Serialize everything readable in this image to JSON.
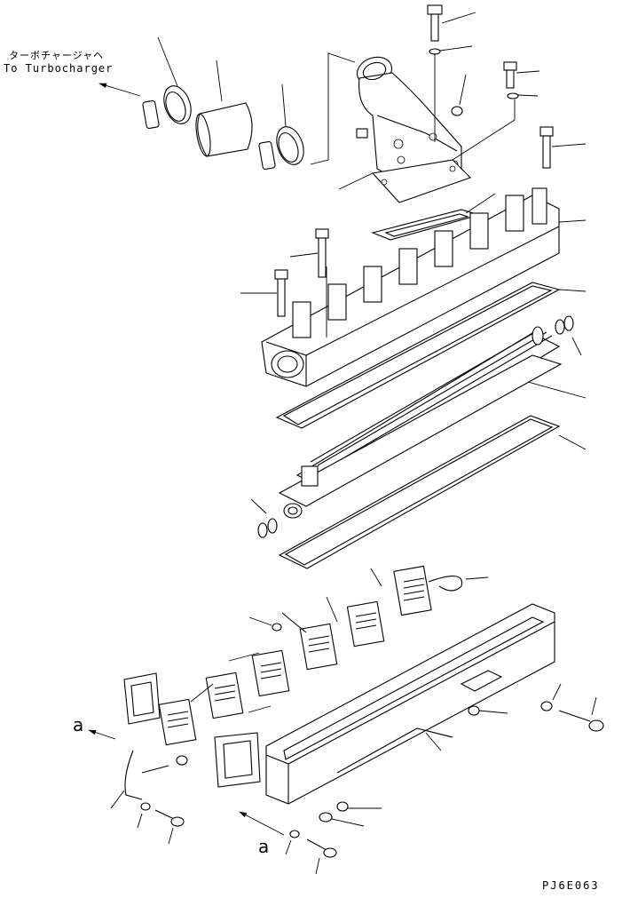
{
  "figure": {
    "destination_label_jp": "ターボチャージャヘ",
    "destination_label_en": "To Turbocharger",
    "reference_marks": [
      "a",
      "a"
    ],
    "drawing_code": "PJ6E063"
  }
}
